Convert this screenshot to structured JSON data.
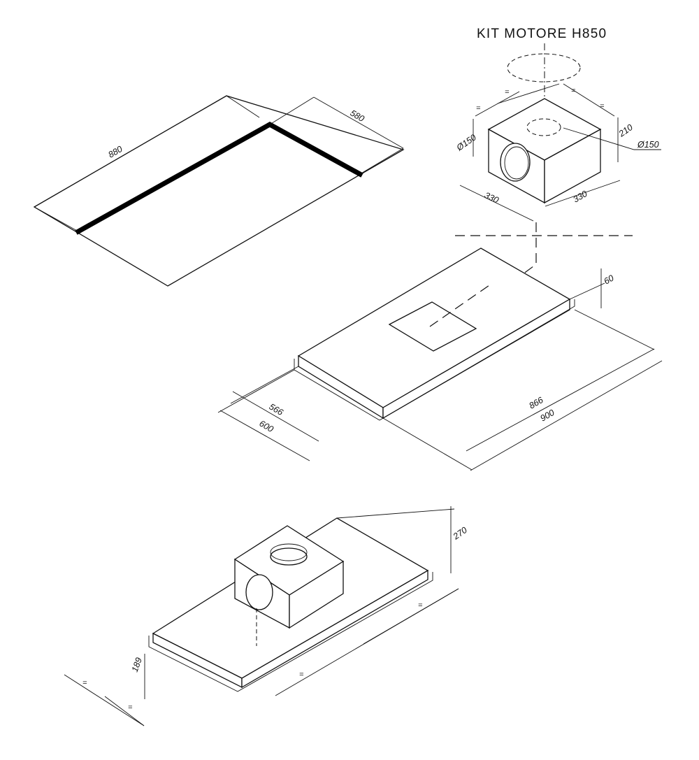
{
  "title": "KIT MOTORE H850",
  "hob_view": {
    "length_label": "880",
    "width_label": "580"
  },
  "motor_kit": {
    "duct_side_label": "Ø150",
    "duct_top_label": "Ø150",
    "height_label": "210",
    "depth_label_left": "330",
    "depth_label_right": "330",
    "equal_mark": "="
  },
  "hood_view": {
    "frame_depth_label": "60",
    "inner_length_label": "866",
    "outer_length_label": "900",
    "inner_width_label": "566",
    "outer_width_label": "600"
  },
  "assembly_view": {
    "total_height_label": "270",
    "offset_label": "189",
    "equal_mark": "="
  }
}
